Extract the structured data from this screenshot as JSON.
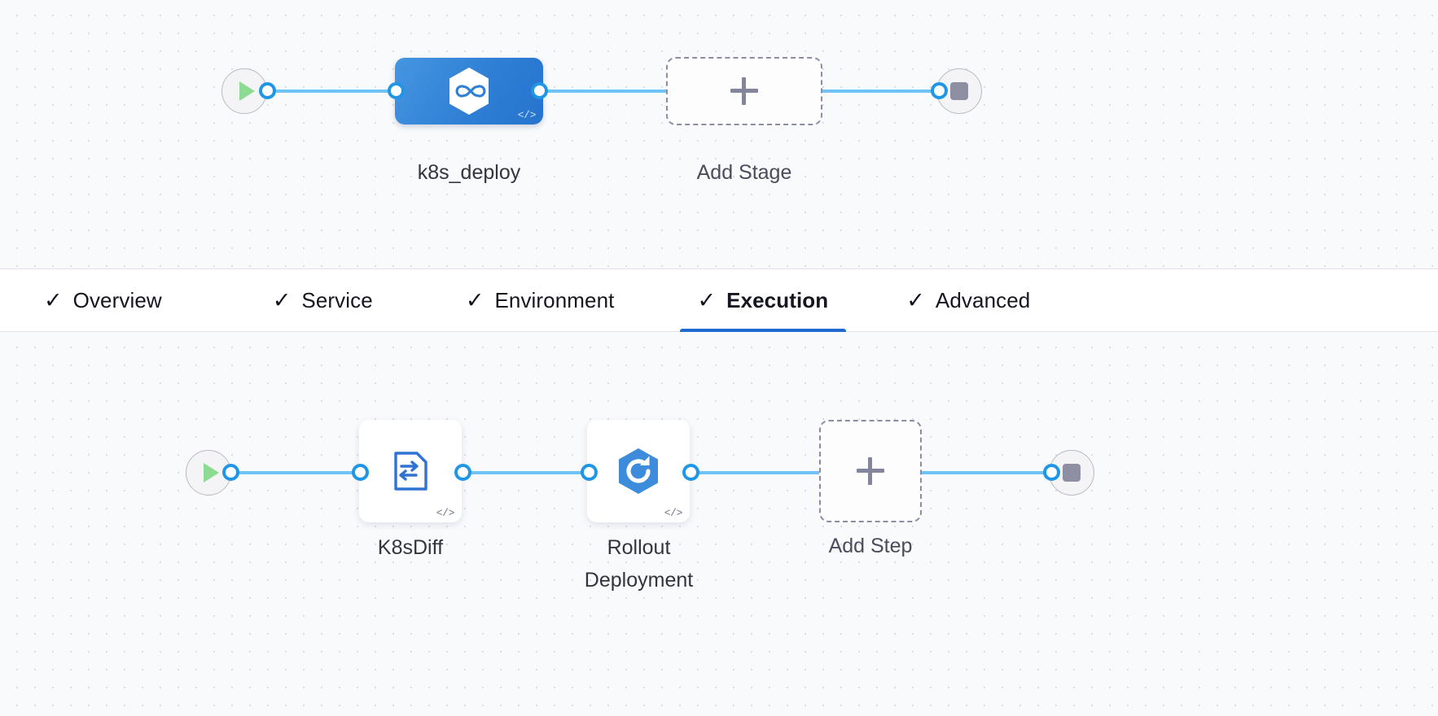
{
  "stage_canvas": {
    "name": "pipeline-stage-canvas",
    "start_node": {
      "icon": "play-icon",
      "label": "Start"
    },
    "end_node": {
      "icon": "stop-icon",
      "label": "End"
    },
    "stages": [
      {
        "label": "k8s_deploy",
        "icon": "harness-hexagon-infinity-icon",
        "badge": "</>",
        "selected": true
      }
    ],
    "add_stage": {
      "label": "Add Stage",
      "icon": "plus-icon"
    }
  },
  "tabs": {
    "check_glyph": "✓",
    "items": [
      {
        "label": "Overview",
        "checked": true,
        "active": false
      },
      {
        "label": "Service",
        "checked": true,
        "active": false
      },
      {
        "label": "Environment",
        "checked": true,
        "active": false
      },
      {
        "label": "Execution",
        "checked": true,
        "active": true
      },
      {
        "label": "Advanced",
        "checked": true,
        "active": false
      }
    ],
    "active_underline_color": "#1f6ad1"
  },
  "execution_canvas": {
    "name": "execution-step-canvas",
    "start_node": {
      "icon": "play-icon",
      "label": "Start"
    },
    "end_node": {
      "icon": "stop-icon",
      "label": "End"
    },
    "steps": [
      {
        "label": "K8sDiff",
        "icon": "file-diff-icon",
        "badge": "</>"
      },
      {
        "label": "Rollout\nDeployment",
        "icon": "k8s-rollout-hexagon-icon",
        "badge": "</>"
      }
    ],
    "add_step": {
      "label": "Add Step",
      "icon": "plus-icon"
    }
  },
  "colors": {
    "accent_blue": "#1f6ad1",
    "stage_blue": "#2f7fd6",
    "link_blue": "#6fc3f7",
    "port_blue": "#1f97e6",
    "play_green": "#8ddb93",
    "stop_gray": "#8e8fa3",
    "canvas_bg": "#f9fafc",
    "dashed_gray": "#8b8da4"
  }
}
